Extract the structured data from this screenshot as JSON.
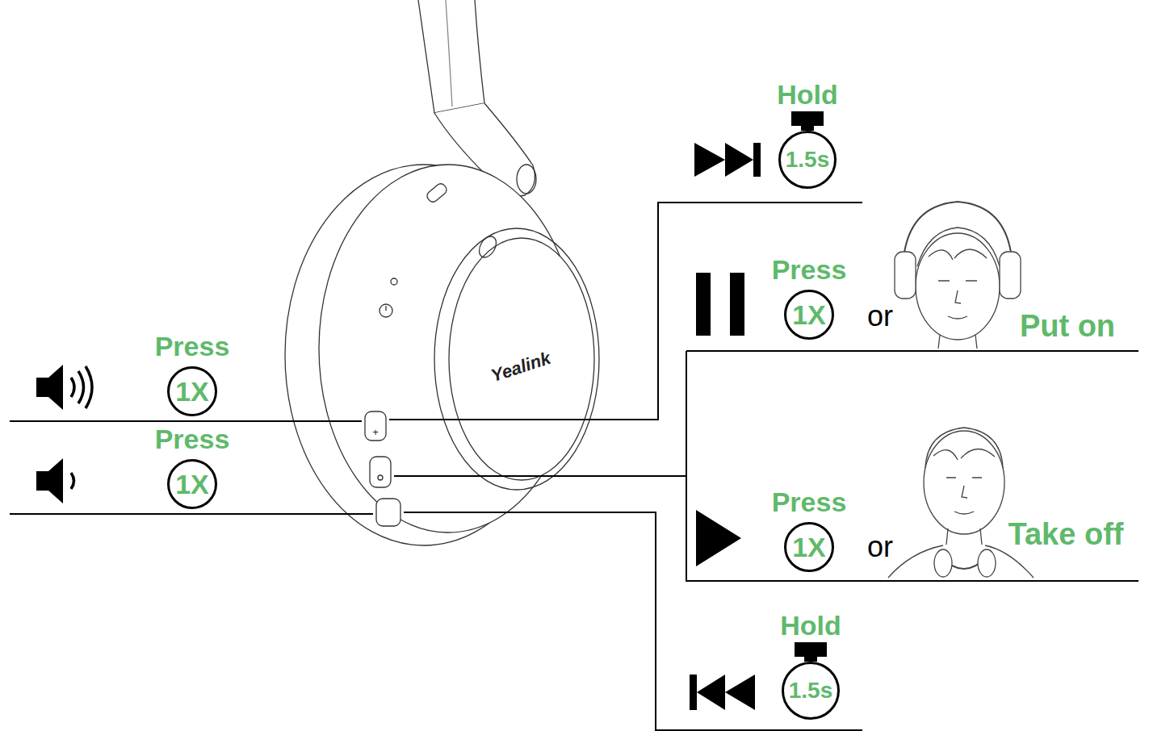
{
  "diagram": {
    "nodes": [
      {
        "text": [
          "Hold",
          "1.5s"
        ]
      },
      {
        "text": [
          "Press",
          "1X"
        ]
      },
      {
        "text": [
          "Press",
          "1X"
        ]
      },
      {
        "text": [
          "Press",
          "1X"
        ]
      },
      {
        "text": [
          "Press",
          "1X"
        ]
      },
      {
        "text": [
          "Hold",
          "1.5s"
        ]
      }
    ],
    "labels": [
      "Yealink",
      "+",
      "or",
      "Put on",
      "or",
      "Take off"
    ]
  }
}
